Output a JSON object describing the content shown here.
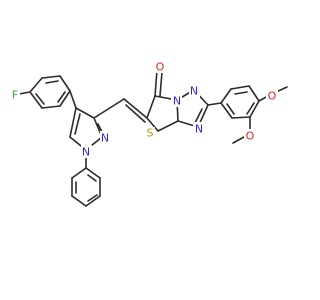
{
  "structure": {
    "atom_labels": {
      "fluorine": "F",
      "pyrazole_n2": "N",
      "pyrazole_n1": "N",
      "carbonyl_o": "O",
      "triazole_n_top": "N",
      "triazole_n_right": "N",
      "triazole_n_bottom": "N",
      "thiazole_s": "S",
      "methoxy_o_top": "O",
      "methoxy_o_bottom": "O"
    }
  },
  "colors": {
    "bond": "#2b2b2b",
    "fluorine": "#33b533",
    "nitrogen": "#2828e0",
    "oxygen": "#e02020",
    "sulfur": "#b5a000"
  }
}
